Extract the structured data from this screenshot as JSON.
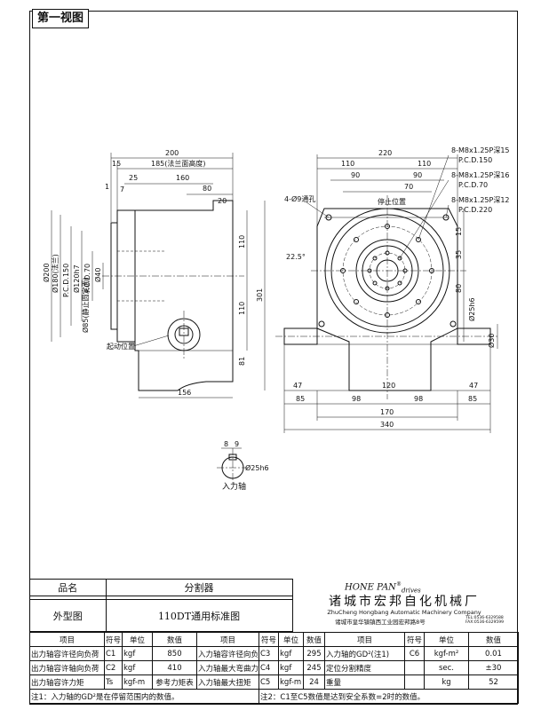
{
  "view_title": "第一视图",
  "dims": {
    "side": {
      "d200": "200",
      "d15": "15",
      "d185": "185(法兰面高度)",
      "d1": "1",
      "d25": "25",
      "d7": "7",
      "d160": "160",
      "d80": "80",
      "d20": "20",
      "d110a": "110",
      "d301": "301",
      "d110b": "110",
      "d81": "81",
      "d156": "156",
      "phi200": "Ø200",
      "phi180": "Ø180(法兰)",
      "phi150": "P.C.D.150",
      "phi120": "Ø120h7",
      "phi70": "P.C.D.70",
      "phi40": "Ø40",
      "phi85": "Ø85(静止圆定面)",
      "start_pos": "起动位置"
    },
    "front": {
      "d220": "220",
      "d110l": "110",
      "d110r": "110",
      "d90l": "90",
      "d90r": "90",
      "d70": "70",
      "d35": "35",
      "d80": "80",
      "d15": "15",
      "d22_5": "22.5°",
      "holes4": "4-Ø9通孔",
      "stop_pos": "停止位置",
      "c1": "8-M8x1.25P深15",
      "c1b": "P.C.D.150",
      "c2": "8-M8x1.25P深16",
      "c2b": "P.C.D.70",
      "c3": "8-M8x1.25P深12",
      "c3b": "P.C.D.220",
      "phi25h6": "Ø25h6",
      "phi30": "Ø30",
      "d47l": "47",
      "d120": "120",
      "d47r": "47",
      "d85l": "85",
      "d98l": "98",
      "d98r": "98",
      "d85r": "85",
      "d170": "170",
      "d340": "340"
    },
    "shaft": {
      "d8": "8",
      "d9": "9",
      "phi25h6": "Ø25h6",
      "label": "入力轴"
    }
  },
  "title_block": {
    "name_label": "品名",
    "name_value": "分割器",
    "fig_label": "外型图",
    "fig_value": "110DT通用标准图",
    "brand": "HONE PAN",
    "brand_sup": "®",
    "brand_sub": "drives",
    "company_cn": "诸城市宏邦自化机械厂",
    "company_en": "ZhuCheng Hongbang Automatic Machinery Company",
    "address": "诸城市皇华镇镇西工业园宏邦路8号",
    "tel1": "TEL:0536-6329588",
    "tel2": "FAX:0536-6329599"
  },
  "spec_header": [
    "项目",
    "符号",
    "单位",
    "数值",
    "项目",
    "符号",
    "单位",
    "数值",
    "项目",
    "符号",
    "单位",
    "数值"
  ],
  "spec_rows": [
    [
      "出力轴容许径向负荷",
      "C1",
      "kgf",
      "850",
      "入力轴容许径向负荷",
      "C3",
      "kgf",
      "295",
      "入力轴的GD²(注1)",
      "C6",
      "kgf-m²",
      "0.01"
    ],
    [
      "出力轴容许轴向负荷",
      "C2",
      "kgf",
      "410",
      "入力轴最大弯曲力矩",
      "C4",
      "kgf",
      "245",
      "定位分割精度",
      "",
      "sec.",
      "±30"
    ],
    [
      "出力轴容许力矩",
      "Ts",
      "kgf-m",
      "参考力矩表",
      "入力轴最大扭矩",
      "C5",
      "kgf-m",
      "24",
      "重量",
      "",
      "kg",
      "52"
    ]
  ],
  "notes": {
    "n1": "注1：入力轴的GD²是在停留范围内的数值。",
    "n2": "注2：C1至C5数值是达到安全系数=2时的数值。"
  }
}
